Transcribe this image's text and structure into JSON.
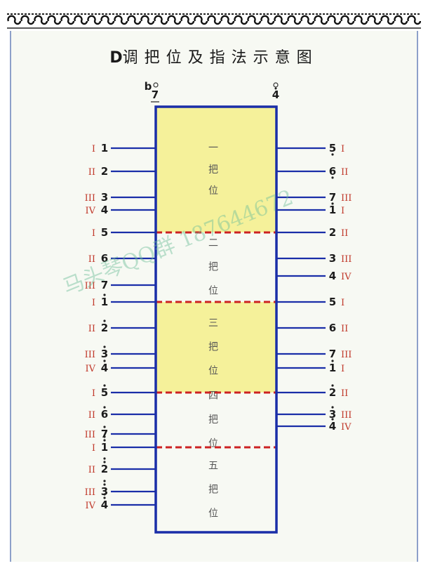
{
  "title": {
    "key": "D",
    "rest": "调把位及指法示意图"
  },
  "top_markers": {
    "left": "7",
    "left_flat": "b",
    "right": "4"
  },
  "positions": [
    {
      "chars": [
        "一",
        "把",
        "位"
      ],
      "fill": "#f5f19a"
    },
    {
      "chars": [
        "二",
        "把",
        "位"
      ],
      "fill": "#f7f9f3"
    },
    {
      "chars": [
        "三",
        "把",
        "位"
      ],
      "fill": "#f5f19a"
    },
    {
      "chars": [
        "四",
        "把",
        "位"
      ],
      "fill": "#f7f9f3"
    },
    {
      "chars": [
        "五",
        "把",
        "位"
      ],
      "fill": "#f7f9f3"
    }
  ],
  "left_notes": [
    {
      "roman": "I",
      "note": "1",
      "dots": 0
    },
    {
      "roman": "II",
      "note": "2",
      "dots": 0
    },
    {
      "roman": "III",
      "note": "3",
      "dots": 0
    },
    {
      "roman": "IV",
      "note": "4",
      "dots": 0
    },
    {
      "roman": "I",
      "note": "5",
      "dots": 0
    },
    {
      "roman": "II",
      "note": "6",
      "dots": 0
    },
    {
      "roman": "III",
      "note": "7",
      "dots": 0
    },
    {
      "roman": "I",
      "note": "1",
      "dots": 1
    },
    {
      "roman": "II",
      "note": "2",
      "dots": 1
    },
    {
      "roman": "III",
      "note": "3",
      "dots": 1
    },
    {
      "roman": "IV",
      "note": "4",
      "dots": 1
    },
    {
      "roman": "I",
      "note": "5",
      "dots": 1
    },
    {
      "roman": "II",
      "note": "6",
      "dots": 1
    },
    {
      "roman": "III",
      "note": "7",
      "dots": 1
    },
    {
      "roman": "I",
      "note": "1",
      "dots": 2
    },
    {
      "roman": "II",
      "note": "2",
      "dots": 2
    },
    {
      "roman": "III",
      "note": "3",
      "dots": 2
    },
    {
      "roman": "IV",
      "note": "4",
      "dots": 2
    }
  ],
  "right_notes": [
    {
      "roman": "I",
      "note": "5",
      "dots": -1
    },
    {
      "roman": "II",
      "note": "6",
      "dots": -1
    },
    {
      "roman": "III",
      "note": "7",
      "dots": -1
    },
    {
      "roman": "I",
      "note": "1",
      "dots": 0
    },
    {
      "roman": "II",
      "note": "2",
      "dots": 0
    },
    {
      "roman": "III",
      "note": "3",
      "dots": 0
    },
    {
      "roman": "IV",
      "note": "4",
      "dots": 0
    },
    {
      "roman": "I",
      "note": "5",
      "dots": 0
    },
    {
      "roman": "II",
      "note": "6",
      "dots": 0
    },
    {
      "roman": "III",
      "note": "7",
      "dots": 0
    },
    {
      "roman": "I",
      "note": "1",
      "dots": 1
    },
    {
      "roman": "II",
      "note": "2",
      "dots": 1
    },
    {
      "roman": "III",
      "note": "3",
      "dots": 1
    },
    {
      "roman": "IV",
      "note": "4",
      "dots": 1
    }
  ],
  "watermark": "马头琴QQ群 187644672",
  "colors": {
    "box": "#1a2ea8",
    "lines": "#1a2ea8",
    "divider": "#cc2222",
    "roman": "#c0392b",
    "highlight": "#f5f19a"
  }
}
